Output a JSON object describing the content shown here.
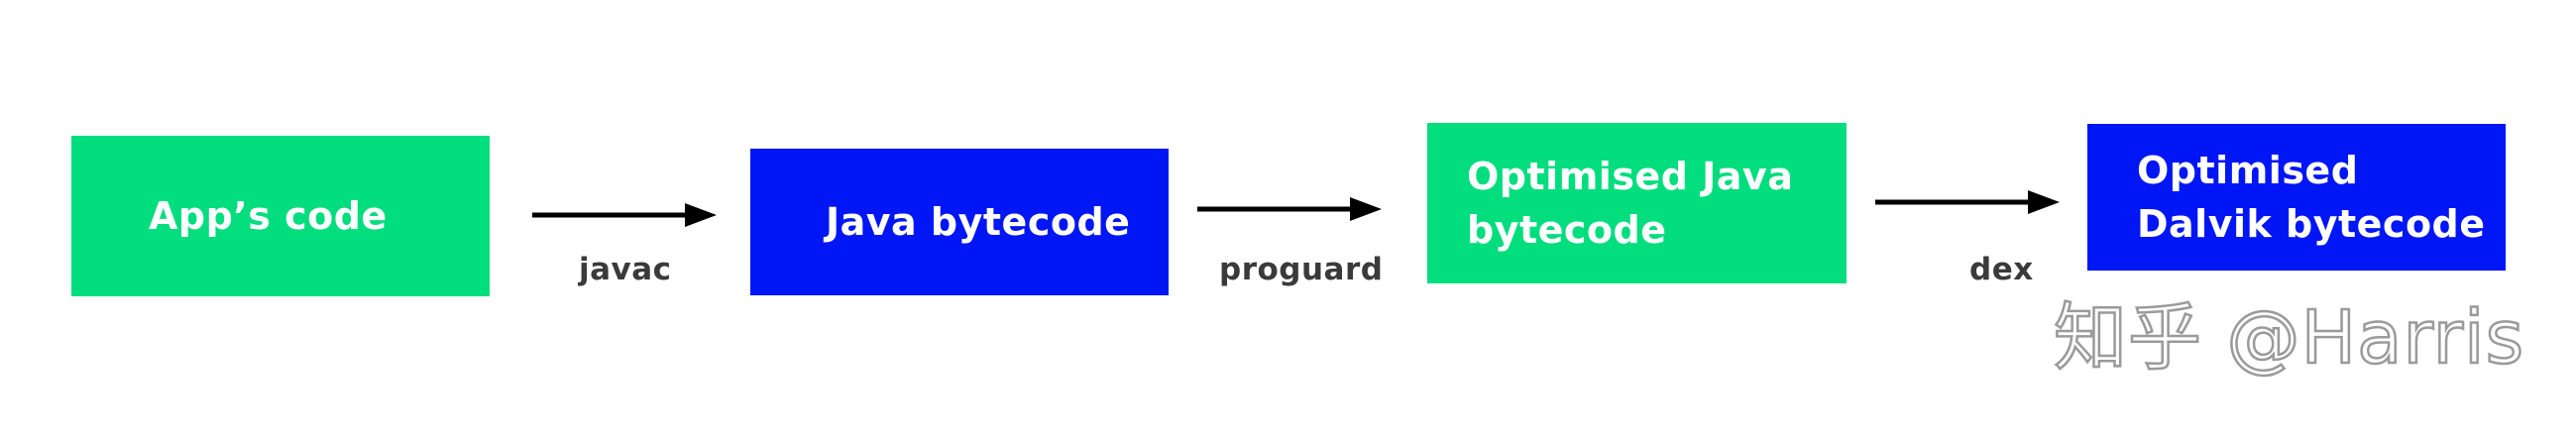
{
  "colors": {
    "green": "#02dd7e",
    "blue": "#0016f5",
    "arrow": "#000000",
    "label": "#3a3a3a",
    "watermark": "#9a9a9a"
  },
  "nodes": [
    {
      "id": "apps-code",
      "lines": [
        "App’s code"
      ]
    },
    {
      "id": "java-bytecode",
      "lines": [
        "Java bytecode"
      ]
    },
    {
      "id": "optimised-java-bytecode",
      "lines": [
        "Optimised Java",
        "bytecode"
      ]
    },
    {
      "id": "optimised-dalvik-bytecode",
      "lines": [
        "Optimised",
        "Dalvik bytecode"
      ]
    }
  ],
  "edges": [
    {
      "from": "apps-code",
      "to": "java-bytecode",
      "label": "javac"
    },
    {
      "from": "java-bytecode",
      "to": "optimised-java-bytecode",
      "label": "proguard"
    },
    {
      "from": "optimised-java-bytecode",
      "to": "optimised-dalvik-bytecode",
      "label": "dex"
    }
  ],
  "watermark": "知乎 @Harris"
}
